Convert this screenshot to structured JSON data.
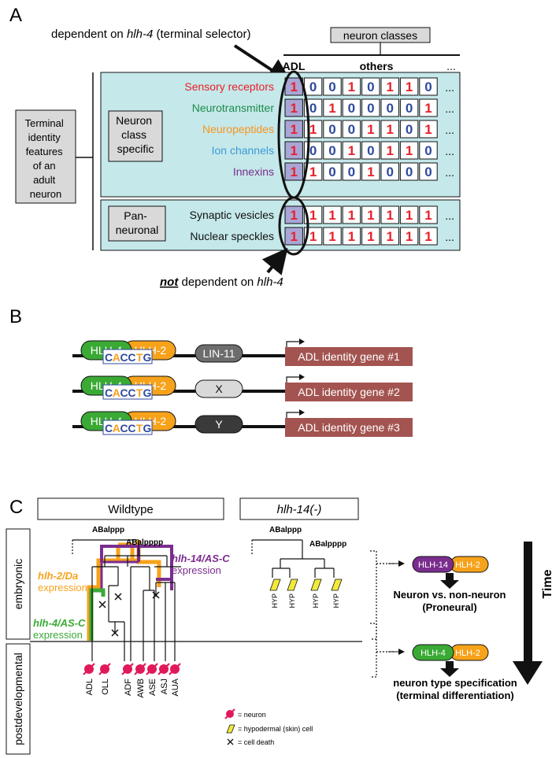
{
  "panel_a": {
    "letter": "A",
    "callout_top": [
      "dependent on ",
      "hlh-4",
      " (terminal selector)"
    ],
    "neuron_classes": "neuron classes",
    "col_adl": "ADL",
    "col_others": "others",
    "ellipsis": "...",
    "terminal_identity": [
      "Terminal",
      "identity",
      "features",
      "of an",
      "adult",
      "neuron"
    ],
    "class_specific": [
      "Neuron",
      "class",
      "specific"
    ],
    "pan_neuronal": [
      "Pan-",
      "neuronal"
    ],
    "rows": [
      {
        "label": "Sensory receptors",
        "color": "#e8202a",
        "values": [
          "1",
          "0",
          "0",
          "1",
          "0",
          "1",
          "1",
          "0"
        ]
      },
      {
        "label": "Neurotransmitter",
        "color": "#1f8a4c",
        "values": [
          "1",
          "0",
          "1",
          "0",
          "0",
          "0",
          "0",
          "1"
        ]
      },
      {
        "label": "Neuropeptides",
        "color": "#f7941d",
        "values": [
          "1",
          "1",
          "0",
          "0",
          "1",
          "1",
          "0",
          "1"
        ]
      },
      {
        "label": "Ion channels",
        "color": "#3a9ad9",
        "values": [
          "1",
          "0",
          "0",
          "1",
          "0",
          "1",
          "1",
          "0"
        ]
      },
      {
        "label": "Innexins",
        "color": "#7b2d8e",
        "values": [
          "1",
          "1",
          "0",
          "0",
          "1",
          "0",
          "0",
          "0"
        ]
      },
      {
        "label": "Synaptic vesicles",
        "color": "#111111",
        "values": [
          "1",
          "1",
          "1",
          "1",
          "1",
          "1",
          "1",
          "1"
        ]
      },
      {
        "label": "Nuclear speckles",
        "color": "#111111",
        "values": [
          "1",
          "1",
          "1",
          "1",
          "1",
          "1",
          "1",
          "1"
        ]
      }
    ],
    "callout_bottom": [
      "not",
      " dependent on ",
      "hlh-4"
    ]
  },
  "panel_b": {
    "letter": "B",
    "hlh4": "HLH-4",
    "hlh2": "HLH-2",
    "motif": [
      "C",
      "A",
      "C",
      "C",
      "T",
      "G"
    ],
    "constructs": [
      {
        "factor": "LIN-11",
        "gene": "ADL identity gene #1"
      },
      {
        "factor": "X",
        "gene": "ADL identity gene #2"
      },
      {
        "factor": "Y",
        "gene": "ADL identity gene #3"
      }
    ]
  },
  "panel_c": {
    "letter": "C",
    "wildtype": "Wildtype",
    "mutant": "hlh-14(-)",
    "embryonic": "embryonic",
    "postdevelopmental": "postdevelopmental",
    "abalppp": "ABalppp",
    "abalpppp": "ABalpppp",
    "hlh2_expr": [
      "hlh-2/Da",
      "expression"
    ],
    "hlh14_expr": [
      "hlh-14/AS-C",
      "expression"
    ],
    "hlh4_expr": [
      "hlh-4/AS-C",
      "expression"
    ],
    "neurons": [
      "ADL",
      "OLL",
      "ADF",
      "AWB",
      "ASE",
      "ASJ",
      "AUA"
    ],
    "hyp": [
      "HYP",
      "HYP",
      "HYP",
      "HYP"
    ],
    "hlh14": "HLH-14",
    "hlh2": "HLH-2",
    "hlh4": "HLH-4",
    "step1": [
      "Neuron vs. non-neuron",
      "(Proneural)"
    ],
    "step2": [
      "neuron type specification",
      "(terminal differentiation)"
    ],
    "time": "Time",
    "legend": [
      {
        "label": "= neuron"
      },
      {
        "label": "= hypodermal (skin) cell"
      },
      {
        "label": "= cell death"
      }
    ]
  },
  "colors": {
    "red": "#e8202a",
    "blue": "#2e4a9e",
    "purple": "#7b2d8e",
    "orange": "#f7a21b",
    "green": "#3aaa35",
    "teal_box": "#c5e8ea",
    "gene_box": "#a35450",
    "neuron": "#e0195a"
  }
}
